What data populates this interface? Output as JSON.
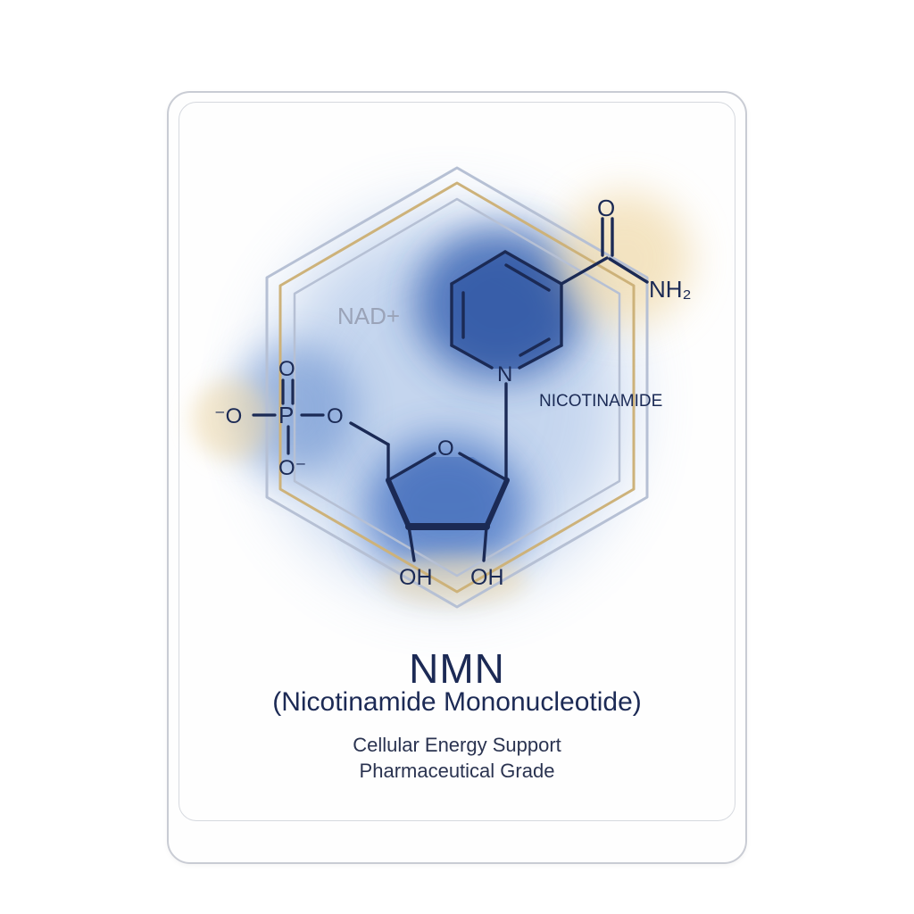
{
  "labels": {
    "nad": "NAD+",
    "nicotinamide": "NICOTINAMIDE",
    "carbonyl_o": "O",
    "amide": "NH₂",
    "ring_n": "N",
    "ring_o": "O",
    "oh_left": "OH",
    "oh_right": "OH",
    "phosphate_top_o": "O",
    "phosphate_left": "⁻O",
    "phosphate_p": "P",
    "phosphate_bridge_o": "O",
    "phosphate_bottom": "O⁻"
  },
  "title": "NMN",
  "subtitle": "(Nicotinamide Mononucleotide)",
  "tagline_1": "Cellular Energy Support",
  "tagline_2": "Pharmaceutical Grade",
  "colors": {
    "navy": "#1b2a55",
    "gold": "#c9ab6a",
    "glow_blue": "#2e5fb0",
    "hex_silver": "#b4bfd4"
  }
}
